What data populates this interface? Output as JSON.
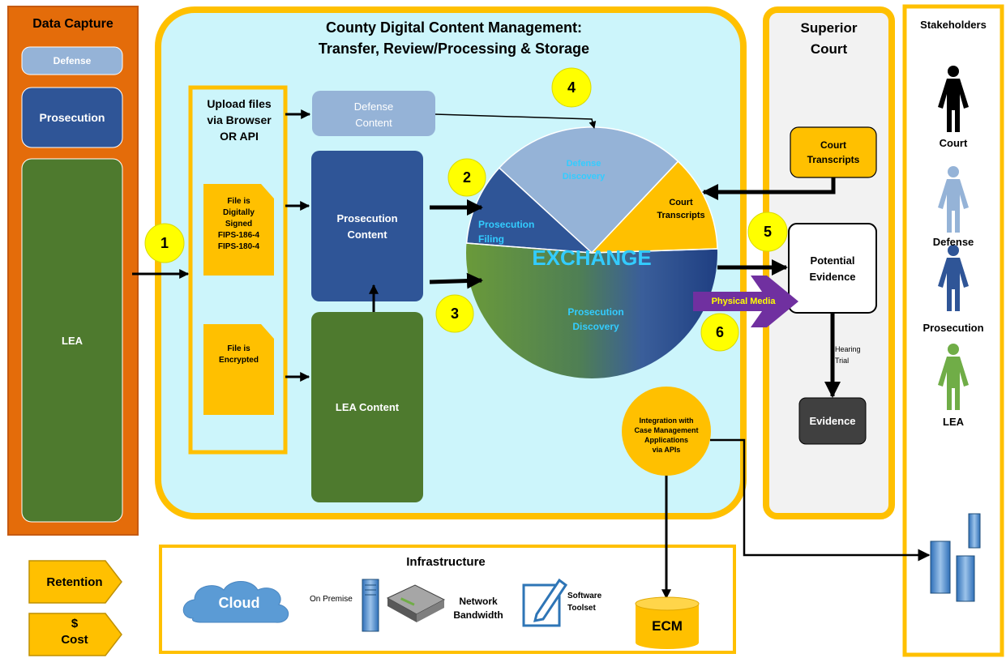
{
  "capture": {
    "title": "Data Capture",
    "defense": "Defense",
    "prosecution": "Prosecution",
    "lea": "LEA"
  },
  "county": {
    "title1": "County Digital Content Management:",
    "title2": "Transfer, Review/Processing & Storage"
  },
  "upload": {
    "l1": "Upload files",
    "l2": "via Browser",
    "l3": "OR API",
    "signed": [
      "File is",
      "Digitally",
      "Signed",
      "FIPS-186-4",
      "FIPS-180-4"
    ],
    "encrypted": [
      "File is",
      "Encrypted"
    ]
  },
  "content": {
    "defense1": "Defense",
    "defense2": "Content",
    "prosecution1": "Prosecution",
    "prosecution2": "Content",
    "lea": "LEA Content"
  },
  "exchange": {
    "center": "EXCHANGE",
    "defense_discovery1": "Defense",
    "defense_discovery2": "Discovery",
    "court_transcripts1": "Court",
    "court_transcripts2": "Transcripts",
    "prosecution_filing1": "Prosecution",
    "prosecution_filing2": "Filing",
    "prosecution_discovery1": "Prosecution",
    "prosecution_discovery2": "Discovery"
  },
  "steps": [
    "1",
    "2",
    "3",
    "4",
    "5",
    "6"
  ],
  "court": {
    "title1": "Superior",
    "title2": "Court",
    "transcripts1": "Court",
    "transcripts2": "Transcripts",
    "potential1": "Potential",
    "potential2": "Evidence",
    "hearing1": "Hearing",
    "hearing2": "Trial",
    "evidence": "Evidence"
  },
  "physical_media": "Physical Media",
  "integration": [
    "Integration with",
    "Case Management",
    "Applications",
    "via APIs"
  ],
  "infrastructure": {
    "title": "Infrastructure",
    "cloud": "Cloud",
    "on_premise": "On Premise",
    "network1": "Network",
    "network2": "Bandwidth",
    "software1": "Software",
    "software2": "Toolset",
    "ecm": "ECM"
  },
  "stakeholders": {
    "title": "Stakeholders",
    "court": "Court",
    "defense": "Defense",
    "prosecution": "Prosecution",
    "lea": "LEA"
  },
  "retention": "Retention",
  "cost": {
    "symbol": "$",
    "label": "Cost"
  },
  "colors": {
    "orange": "#E46C0A",
    "gold": "#FFC000",
    "yellow": "#FFFF00",
    "light_blue": "#95B3D7",
    "dark_blue": "#2F5597",
    "green": "#4E7A2E",
    "cyan_bg": "#CCF5FB",
    "gray": "#404040",
    "purple": "#7030A0",
    "exchange_text": "#33CCFF"
  }
}
